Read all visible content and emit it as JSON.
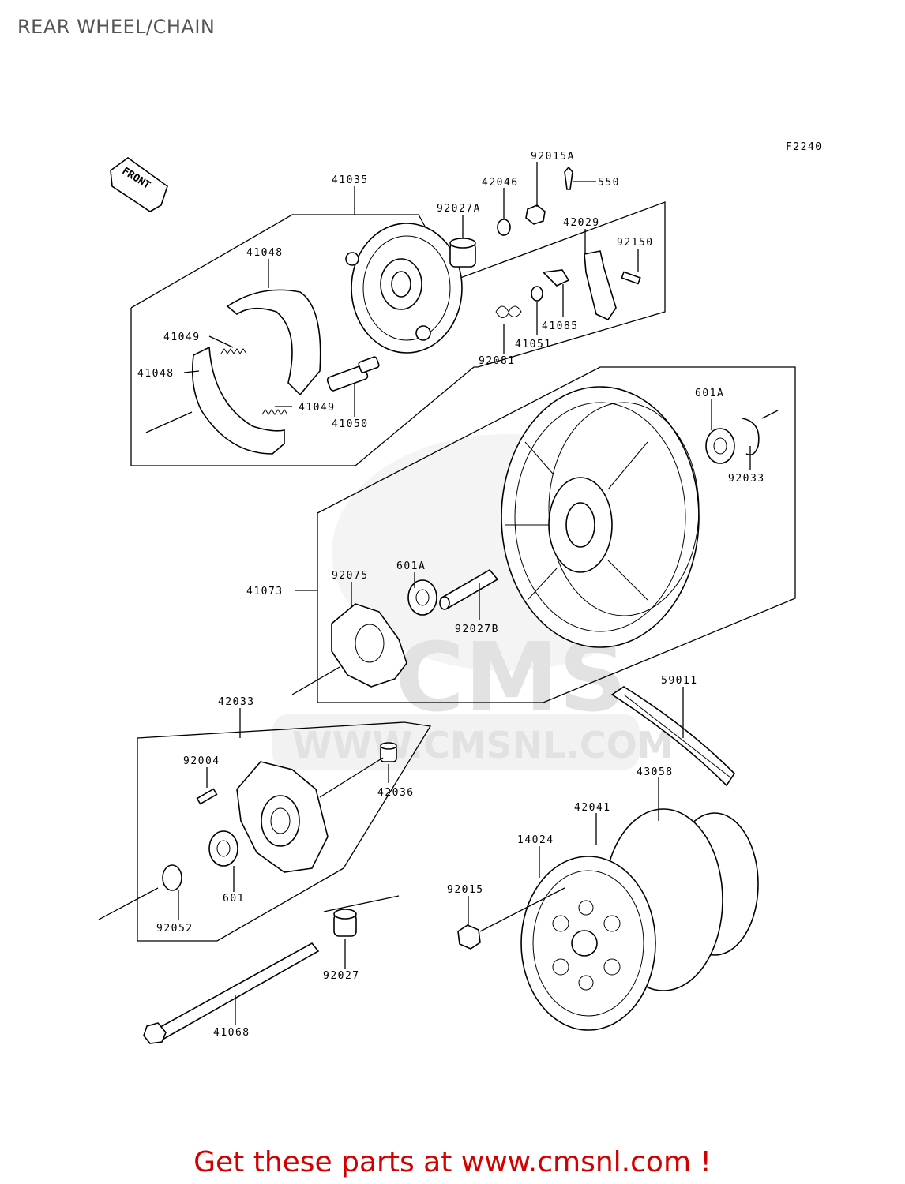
{
  "page": {
    "title": "REAR WHEEL/CHAIN",
    "figure_code": "F2240",
    "front_arrow_label": "FRONT",
    "footer_link_text": "Get these parts at www.cmsnl.com !"
  },
  "watermark": {
    "logo_text": "CMS",
    "url_text": "WWW.CMSNL.COM"
  },
  "parts": [
    {
      "id": "p41035",
      "code": "41035"
    },
    {
      "id": "p92015A",
      "code": "92015A"
    },
    {
      "id": "p550",
      "code": "550"
    },
    {
      "id": "p42046",
      "code": "42046"
    },
    {
      "id": "p92027A",
      "code": "92027A"
    },
    {
      "id": "p42029",
      "code": "42029"
    },
    {
      "id": "p92150",
      "code": "92150"
    },
    {
      "id": "p41048a",
      "code": "41048"
    },
    {
      "id": "p41049a",
      "code": "41049"
    },
    {
      "id": "p41048b",
      "code": "41048"
    },
    {
      "id": "p41049b",
      "code": "41049"
    },
    {
      "id": "p41050",
      "code": "41050"
    },
    {
      "id": "p41085",
      "code": "41085"
    },
    {
      "id": "p41051",
      "code": "41051"
    },
    {
      "id": "p92081",
      "code": "92081"
    },
    {
      "id": "p601A_top",
      "code": "601A"
    },
    {
      "id": "p92033",
      "code": "92033"
    },
    {
      "id": "p41073",
      "code": "41073"
    },
    {
      "id": "p92075",
      "code": "92075"
    },
    {
      "id": "p601A_mid",
      "code": "601A"
    },
    {
      "id": "p92027B",
      "code": "92027B"
    },
    {
      "id": "p59011",
      "code": "59011"
    },
    {
      "id": "p42033",
      "code": "42033"
    },
    {
      "id": "p92004",
      "code": "92004"
    },
    {
      "id": "p42036",
      "code": "42036"
    },
    {
      "id": "p43058",
      "code": "43058"
    },
    {
      "id": "p42041",
      "code": "42041"
    },
    {
      "id": "p14024",
      "code": "14024"
    },
    {
      "id": "p601",
      "code": "601"
    },
    {
      "id": "p92015",
      "code": "92015"
    },
    {
      "id": "p92052",
      "code": "92052"
    },
    {
      "id": "p92027",
      "code": "92027"
    },
    {
      "id": "p41068",
      "code": "41068"
    }
  ]
}
